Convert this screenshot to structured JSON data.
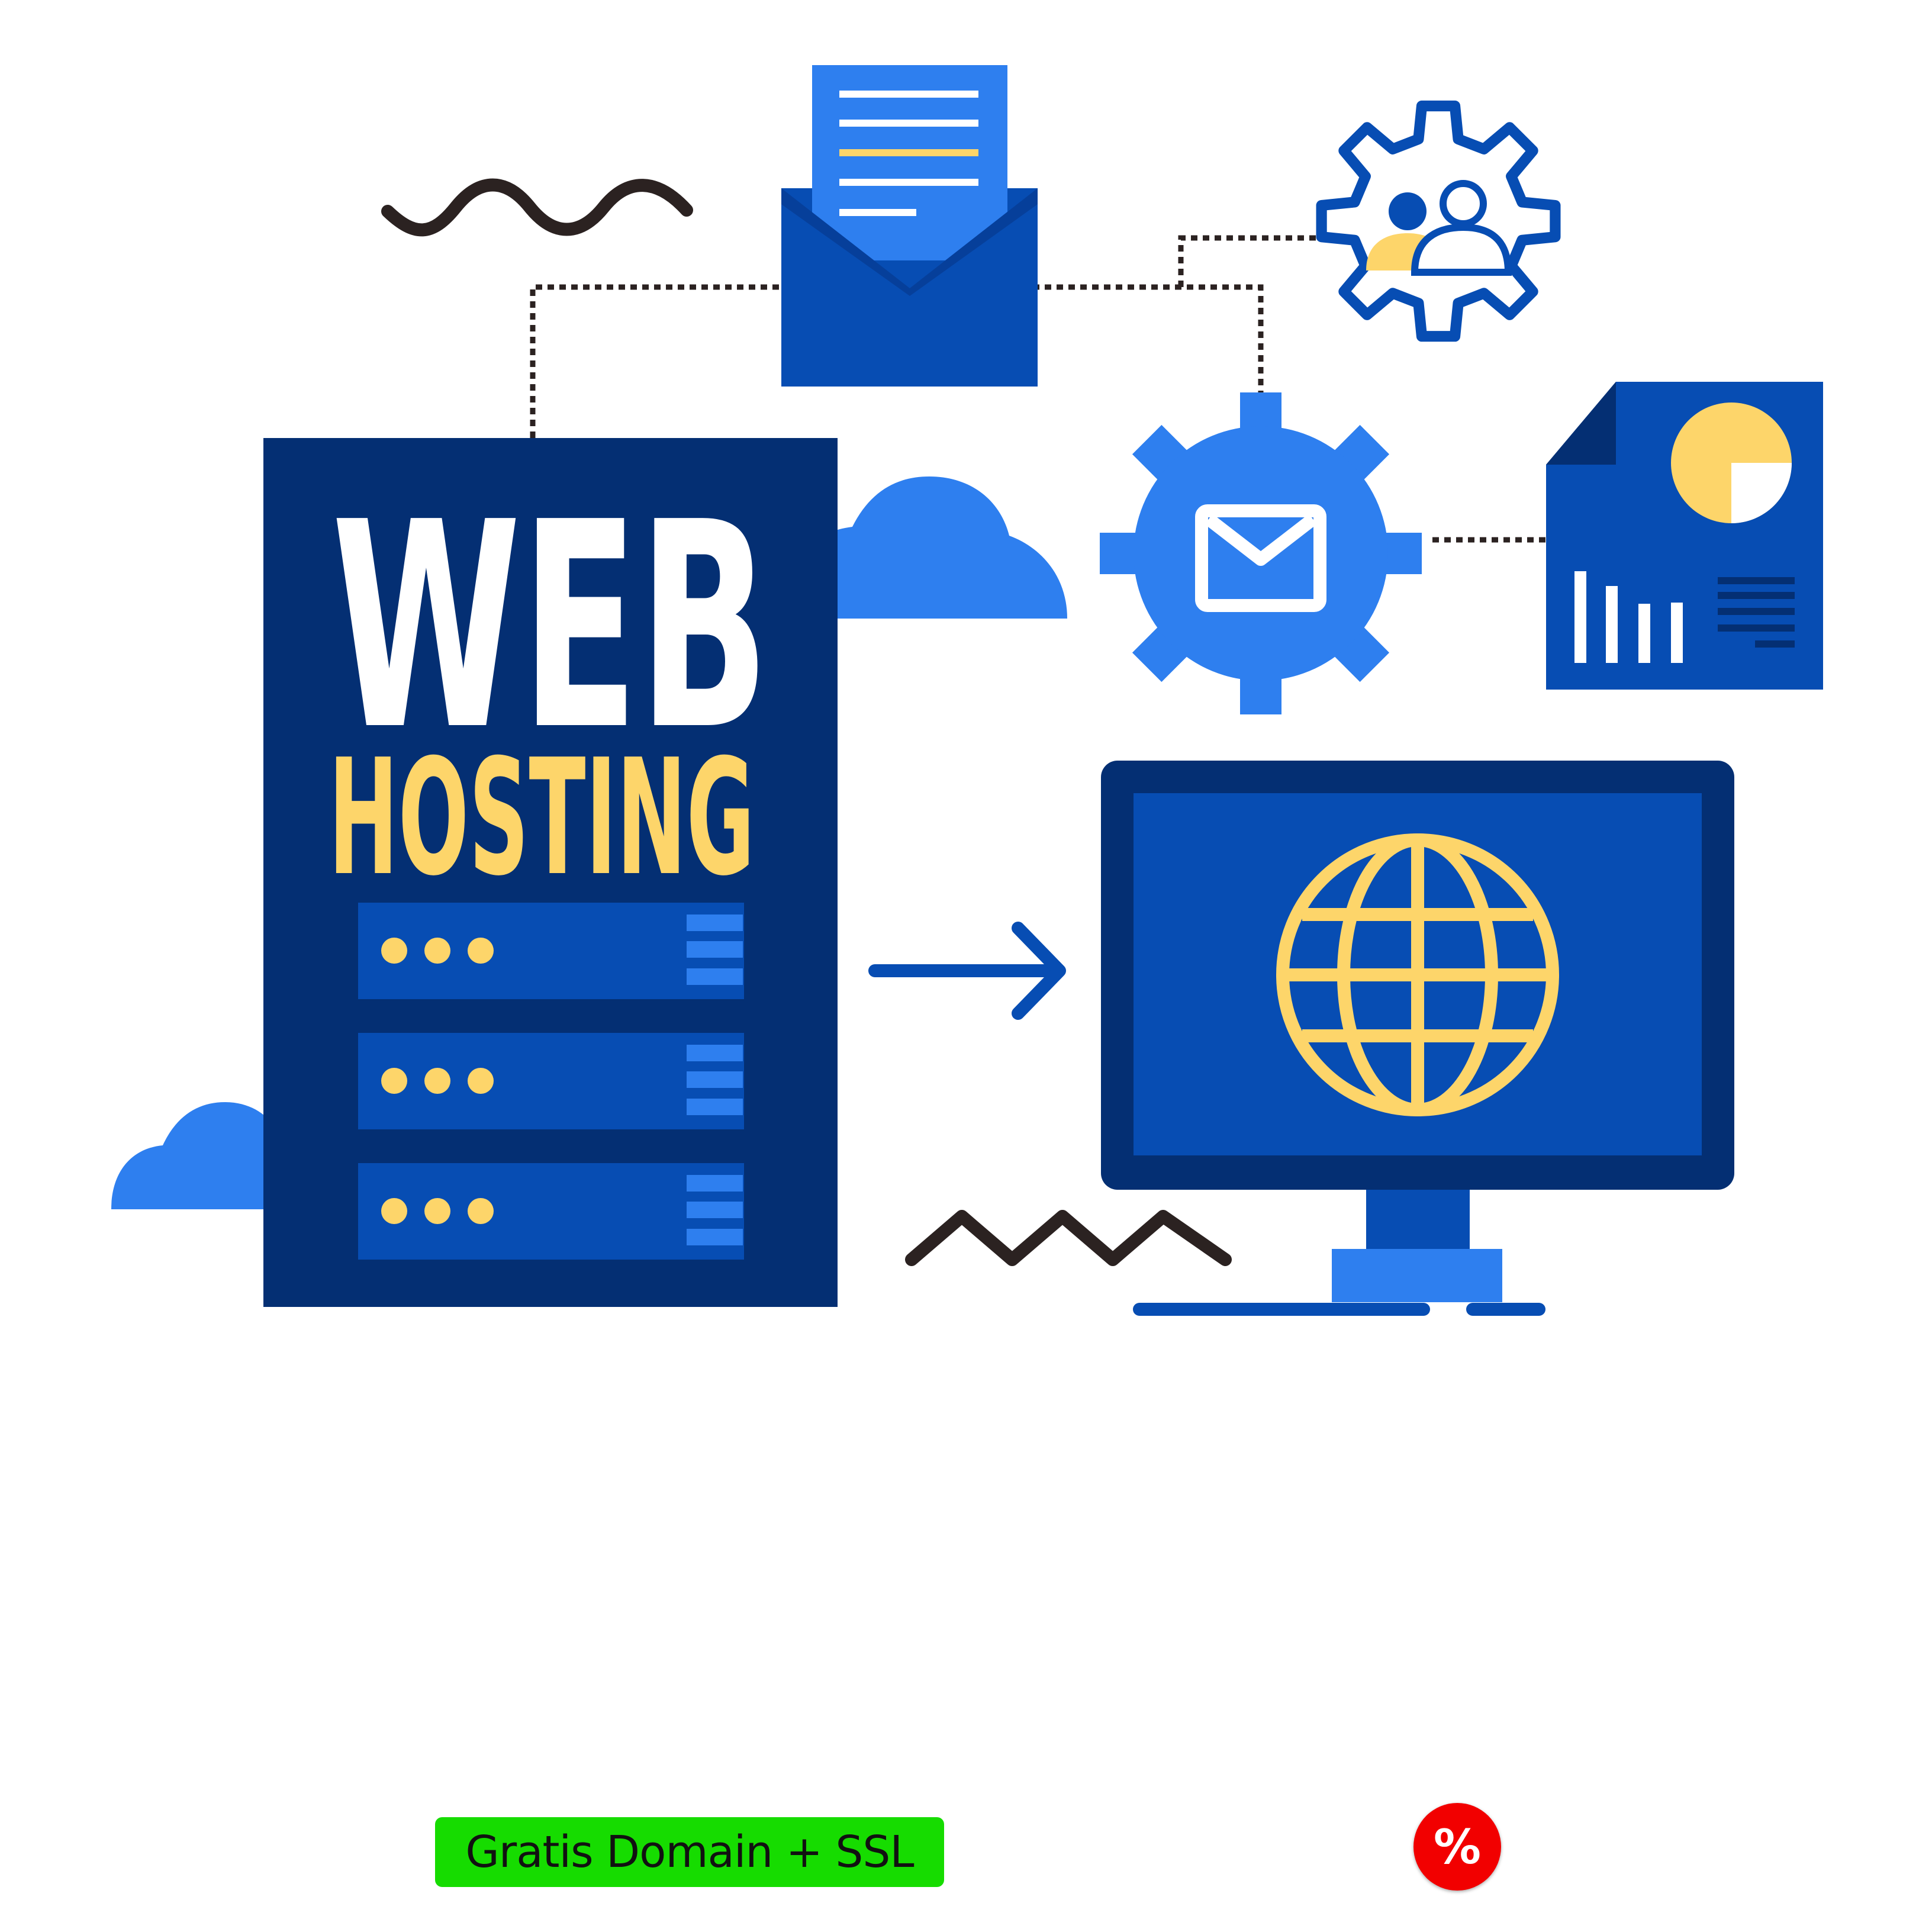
{
  "illustration": {
    "title_line1": "WEB",
    "title_line2": "HOSTING",
    "icons": [
      "envelope-icon",
      "user-group-gear-icon",
      "email-gear-icon",
      "report-document-icon",
      "cloud-icon",
      "server-icon",
      "globe-icon",
      "monitor-icon",
      "arrow-right-icon",
      "wave-icon",
      "zigzag-icon"
    ]
  },
  "promo": {
    "label": "Gratis Domain + SSL"
  },
  "discount": {
    "symbol": "%"
  },
  "colors": {
    "navy": "#042f73",
    "royal_blue": "#074db3",
    "bright_blue": "#2e7fef",
    "yellow": "#fdd56a",
    "white": "#ffffff",
    "dark": "#2b2221",
    "promo_green": "#16dc00",
    "discount_red": "#f20000"
  }
}
